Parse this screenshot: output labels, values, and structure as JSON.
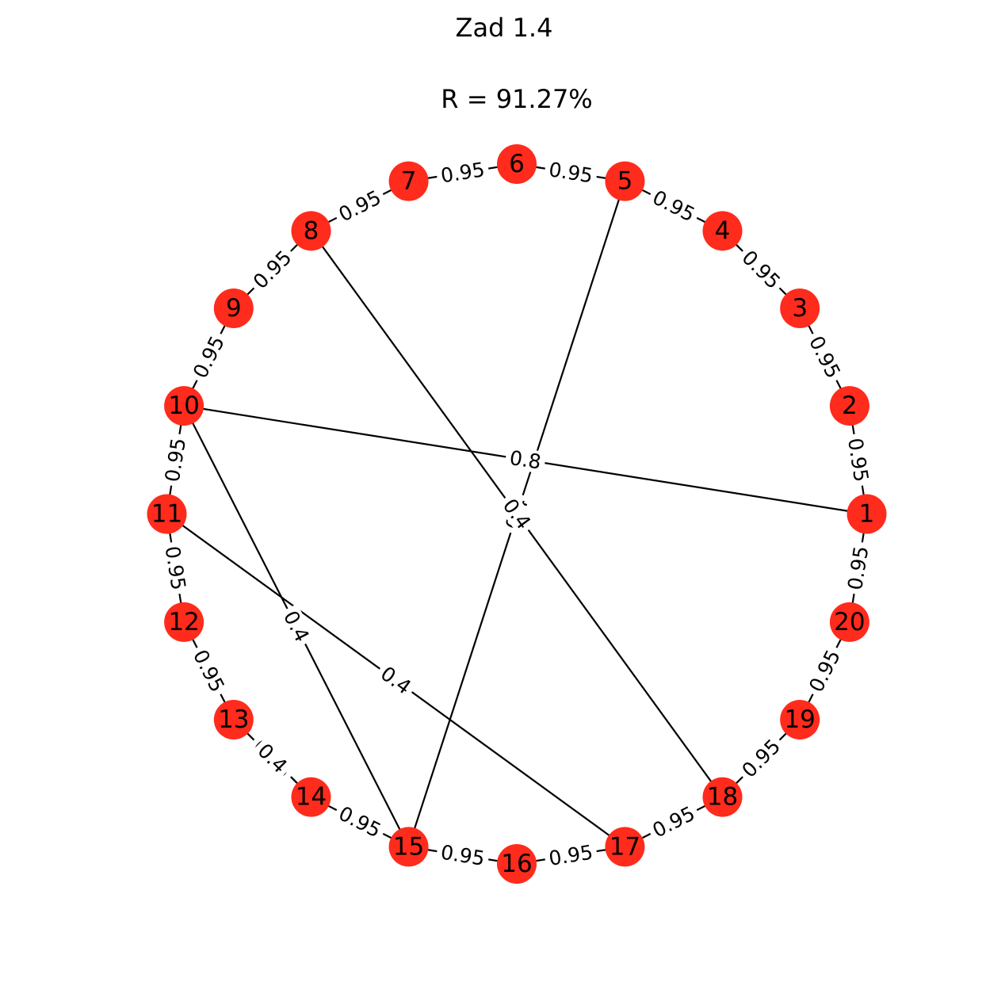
{
  "title": "Zad 1.4",
  "subtitle": "R = 91.27%",
  "colors": {
    "node": "#ff2b1c",
    "edge": "#000000",
    "label_bg": "#ffffff"
  },
  "nodes": [
    "1",
    "2",
    "3",
    "4",
    "5",
    "6",
    "7",
    "8",
    "9",
    "10",
    "11",
    "12",
    "13",
    "14",
    "15",
    "16",
    "17",
    "18",
    "19",
    "20"
  ],
  "edges": [
    {
      "from": "1",
      "to": "2",
      "weight": "0.95"
    },
    {
      "from": "2",
      "to": "3",
      "weight": "0.95"
    },
    {
      "from": "3",
      "to": "4",
      "weight": "0.95"
    },
    {
      "from": "4",
      "to": "5",
      "weight": "0.95"
    },
    {
      "from": "5",
      "to": "6",
      "weight": "0.95"
    },
    {
      "from": "6",
      "to": "7",
      "weight": "0.95"
    },
    {
      "from": "7",
      "to": "8",
      "weight": "0.95"
    },
    {
      "from": "8",
      "to": "9",
      "weight": "0.95"
    },
    {
      "from": "9",
      "to": "10",
      "weight": "0.95"
    },
    {
      "from": "10",
      "to": "11",
      "weight": "0.95"
    },
    {
      "from": "11",
      "to": "12",
      "weight": "0.95"
    },
    {
      "from": "12",
      "to": "13",
      "weight": "0.95"
    },
    {
      "from": "13",
      "to": "14",
      "weight": "0.95"
    },
    {
      "from": "14",
      "to": "15",
      "weight": "0.95"
    },
    {
      "from": "15",
      "to": "16",
      "weight": "0.95"
    },
    {
      "from": "16",
      "to": "17",
      "weight": "0.95"
    },
    {
      "from": "17",
      "to": "18",
      "weight": "0.95"
    },
    {
      "from": "18",
      "to": "19",
      "weight": "0.95"
    },
    {
      "from": "19",
      "to": "20",
      "weight": "0.95"
    },
    {
      "from": "20",
      "to": "1",
      "weight": "0.95"
    },
    {
      "from": "1",
      "to": "10",
      "weight": "0.8"
    },
    {
      "from": "5",
      "to": "15",
      "weight": "0.4"
    },
    {
      "from": "8",
      "to": "18",
      "weight": "0.4"
    },
    {
      "from": "10",
      "to": "15",
      "weight": "0.4"
    },
    {
      "from": "11",
      "to": "17",
      "weight": "0.4"
    },
    {
      "from": "13",
      "to": "14",
      "weight": "0.4"
    }
  ]
}
